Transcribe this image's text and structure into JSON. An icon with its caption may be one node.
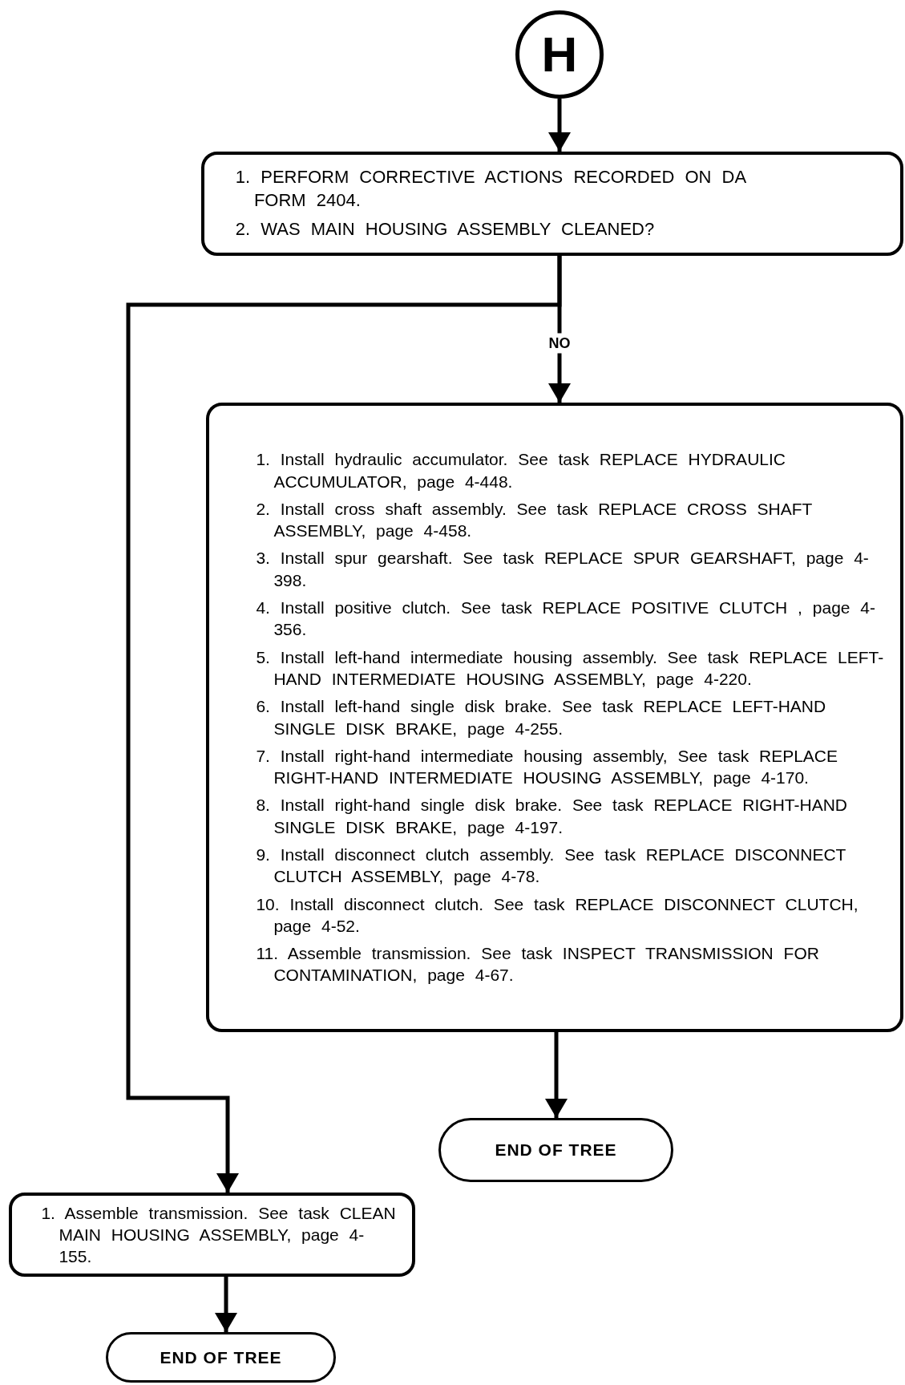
{
  "diagram": {
    "nodes": [
      {
        "text": [
          "H"
        ]
      },
      {
        "text": [
          "1. PERFORM CORRECTIVE ACTIONS RECORDED ON DA FORM 2404.",
          "2. WAS MAIN HOUSING ASSEMBLY CLEANED?"
        ]
      },
      {
        "text": [
          "1. Install hydraulic accumulator. See task REPLACE HYDRAULIC ACCUMULATOR, page 4-448.",
          "2. Install cross shaft assembly. See task REPLACE CROSS SHAFT ASSEMBLY, page 4-458.",
          "3. Install spur gearshaft. See task REPLACE SPUR GEARSHAFT, page 4-398.",
          "4. Install positive clutch. See task REPLACE POSITIVE CLUTCH , page 4-356.",
          "5. Install left-hand intermediate housing assembly. See task REPLACE LEFT-HAND INTERMEDIATE HOUSING ASSEMBLY, page 4-220.",
          "6. Install left-hand single disk brake. See task REPLACE LEFT-HAND SINGLE DISK BRAKE, page 4-255.",
          "7. Install right-hand intermediate housing assembly, See task REPLACE RIGHT-HAND INTERMEDIATE HOUSING ASSEMBLY, page 4-170.",
          "8. Install right-hand single disk brake. See task REPLACE RIGHT-HAND SINGLE DISK BRAKE, page 4-197.",
          "9. Install disconnect clutch assembly. See task REPLACE DISCONNECT CLUTCH ASSEMBLY, page 4-78.",
          "10. Install disconnect clutch. See task REPLACE DISCONNECT CLUTCH, page 4-52.",
          "11. Assemble transmission. See task INSPECT TRANSMISSION FOR CONTAMINATION, page 4-67."
        ]
      },
      {
        "text": [
          "END OF TREE"
        ]
      },
      {
        "text": [
          "1. Assemble transmission. See task CLEAN MAIN HOUSING ASSEMBLY, page 4-155."
        ]
      },
      {
        "text": [
          "END OF TREE"
        ]
      }
    ],
    "edges": [
      {
        "from": 0,
        "to": 1,
        "arrow": "to"
      },
      {
        "from": 1,
        "to": 2,
        "arrow": "to",
        "label": "NO"
      },
      {
        "from": 1,
        "to": 4,
        "arrow": "to"
      },
      {
        "from": 2,
        "to": 3,
        "arrow": "to"
      },
      {
        "from": 4,
        "to": 5,
        "arrow": "to"
      }
    ]
  }
}
